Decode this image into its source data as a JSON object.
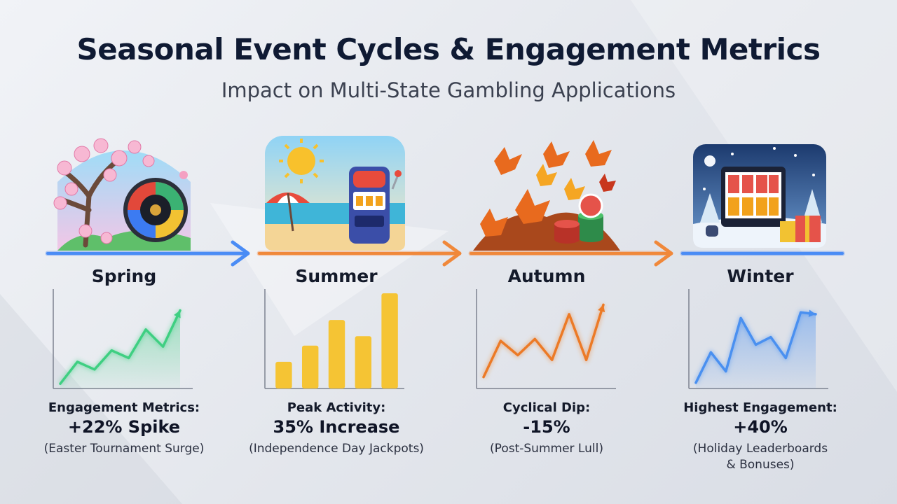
{
  "title": "Seasonal Event Cycles & Engagement Metrics",
  "subtitle": "Impact on Multi-State Gambling Applications",
  "colors": {
    "spring": "#3fcf82",
    "summer": "#f5c434",
    "autumn": "#ec7a26",
    "winter": "#4a90f0",
    "arrow_spring": "#3c7bf2",
    "arrow_warm": "#f07a2e",
    "arrow_winter": "#3c7bf2"
  },
  "seasons": [
    {
      "name": "Spring",
      "metric_label": "Engagement Metrics:",
      "metric_value": "+22% Spike",
      "note": "(Easter Tournament Surge)",
      "illustration_icon": "cherry-blossom-roulette-icon"
    },
    {
      "name": "Summer",
      "metric_label": "Peak Activity:",
      "metric_value": "35% Increase",
      "note": "(Independence Day Jackpots)",
      "illustration_icon": "beach-slot-machine-icon"
    },
    {
      "name": "Autumn",
      "metric_label": "Cyclical Dip:",
      "metric_value": "-15%",
      "note": "(Post-Summer Lull)",
      "illustration_icon": "autumn-leaves-chips-icon"
    },
    {
      "name": "Winter",
      "metric_label": "Highest Engagement:",
      "metric_value": "+40%",
      "note_line1": "(Holiday Leaderboards",
      "note_line2": "& Bonuses)",
      "illustration_icon": "winter-slot-gifts-icon"
    }
  ],
  "chart_data": [
    {
      "type": "area",
      "x": [
        0,
        1,
        2,
        3,
        4,
        5,
        6,
        7
      ],
      "values": [
        5,
        28,
        20,
        40,
        32,
        62,
        44,
        82
      ],
      "ylim": [
        0,
        100
      ],
      "color": "#3fcf82"
    },
    {
      "type": "bar",
      "categories": [
        "1",
        "2",
        "3",
        "4",
        "5"
      ],
      "values": [
        28,
        45,
        72,
        55,
        100
      ],
      "ylim": [
        0,
        100
      ],
      "color": "#f5c434"
    },
    {
      "type": "line",
      "x": [
        0,
        1,
        2,
        3,
        4,
        5,
        6,
        7
      ],
      "values": [
        12,
        50,
        35,
        52,
        30,
        78,
        30,
        88
      ],
      "ylim": [
        0,
        100
      ],
      "color": "#ec7a26"
    },
    {
      "type": "area",
      "x": [
        0,
        1,
        2,
        3,
        4,
        5,
        6,
        7,
        8
      ],
      "values": [
        6,
        38,
        18,
        74,
        46,
        54,
        32,
        80,
        78
      ],
      "ylim": [
        0,
        100
      ],
      "color": "#4a90f0"
    }
  ]
}
